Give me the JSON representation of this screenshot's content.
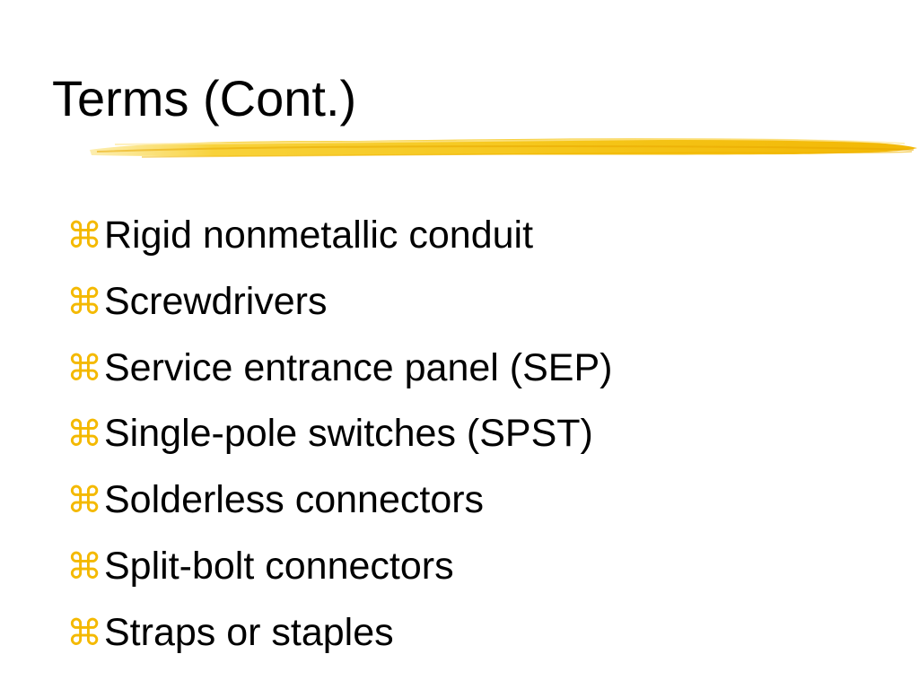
{
  "slide": {
    "title": "Terms (Cont.)",
    "accent_color": "#f5c518",
    "bullet_icon": "command-key-icon",
    "bullet_glyph": "⌘",
    "items": [
      "Rigid nonmetallic conduit",
      "Screwdrivers",
      "Service entrance panel (SEP)",
      "Single-pole switches (SPST)",
      "Solderless connectors",
      "Split-bolt connectors",
      "Straps or staples"
    ]
  }
}
